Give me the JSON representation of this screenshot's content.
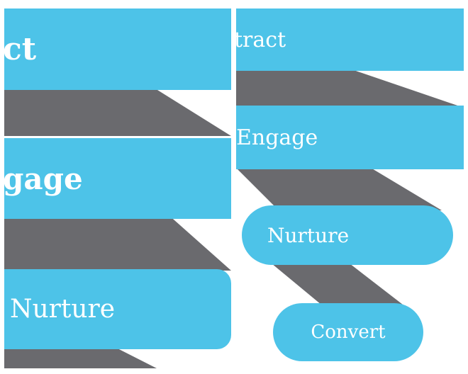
{
  "colors": {
    "band": "#4dc3e8",
    "ribbon": "#6a6a6e",
    "background": "#ffffff",
    "text": "#ffffff"
  },
  "left_panel": {
    "stages": [
      "ct",
      "gage",
      "Nurture"
    ]
  },
  "right_panel": {
    "stages": [
      "tract",
      "Engage",
      "Nurture",
      "Convert"
    ]
  }
}
